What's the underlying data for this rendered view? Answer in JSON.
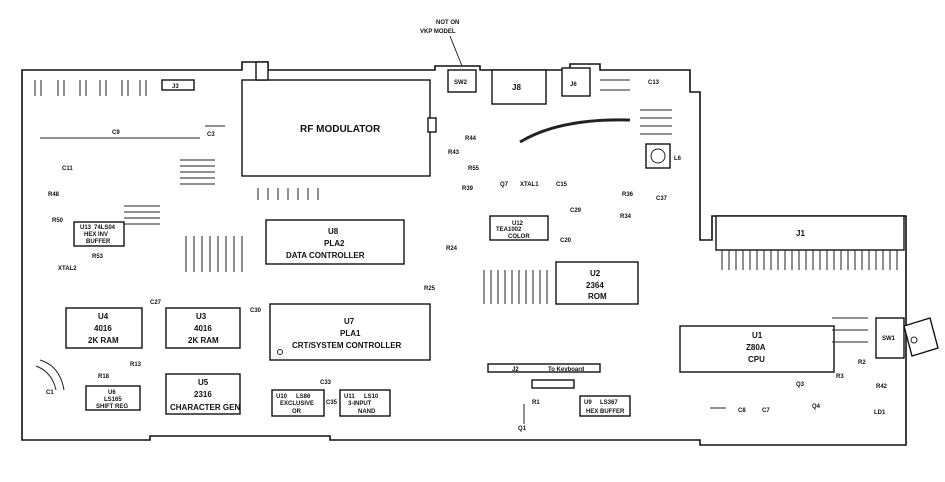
{
  "annotation": {
    "line1": "NOT ON",
    "line2": "VKP MODEL"
  },
  "components": {
    "rf_modulator": {
      "label": "RF MODULATOR"
    },
    "u8": {
      "ref": "U8",
      "line1": "PLA2",
      "line2": "DATA CONTROLLER"
    },
    "u7": {
      "ref": "U7",
      "line1": "PLA1",
      "line2": "CRT/SYSTEM CONTROLLER"
    },
    "u4": {
      "ref": "U4",
      "line1": "4016",
      "line2": "2K RAM"
    },
    "u3": {
      "ref": "U3",
      "line1": "4016",
      "line2": "2K RAM"
    },
    "u5": {
      "ref": "U5",
      "line1": "2316",
      "line2": "CHARACTER GEN"
    },
    "u2": {
      "ref": "U2",
      "line1": "2364",
      "line2": "ROM"
    },
    "u1": {
      "ref": "U1",
      "line1": "Z80A",
      "line2": "CPU"
    },
    "u12": {
      "ref": "U12",
      "line1": "TEA1002",
      "line2": "COLOR"
    },
    "u13": {
      "ref": "U13",
      "line1": "74LS04",
      "line2": "HEX INV",
      "line3": "BUFFER"
    },
    "u6": {
      "ref": "U6",
      "line1": "LS165",
      "line2": "SHIFT REG"
    },
    "u10": {
      "ref": "U10",
      "line1": "LS86",
      "line2": "EXCLUSIVE",
      "line3": "OR"
    },
    "u11": {
      "ref": "U11",
      "line1": "LS10",
      "line2": "3-INPUT",
      "line3": "NAND"
    },
    "u9": {
      "ref": "U9",
      "line1": "LS367",
      "line2": "HEX BUFFER"
    }
  },
  "connectors": {
    "j1": "J1",
    "j2": "J2",
    "j3": "J3",
    "j6": "J6",
    "j8": "J8",
    "keyboard": "To Keyboard",
    "sw1": "SW1",
    "sw2": "SW2"
  },
  "parts": {
    "c9": "C9",
    "c3": "C3",
    "xtal1": "XTAL1",
    "xtal2": "XTAL2",
    "l6": "L6",
    "q7": "Q7",
    "q1": "Q1",
    "q3": "Q3",
    "q4": "Q4",
    "c1": "C1",
    "c8": "C8",
    "c7": "C7",
    "ld1": "LD1",
    "r1": "R1",
    "r2": "R2",
    "r3": "R3",
    "r42": "R42",
    "c27": "C27",
    "c30": "C30",
    "c33": "C33",
    "c35": "C35",
    "c37": "C37",
    "c20": "C20",
    "c29": "C29",
    "c13": "C13",
    "c15": "C15",
    "c11": "C11",
    "r48": "R48",
    "r50": "R50",
    "r53": "R53",
    "r44": "R44",
    "r43": "R43",
    "r55": "R55",
    "r39": "R39",
    "r34": "R34",
    "r36": "R36",
    "r24": "R24",
    "r25": "R25",
    "r18": "R18",
    "r13": "R13"
  }
}
